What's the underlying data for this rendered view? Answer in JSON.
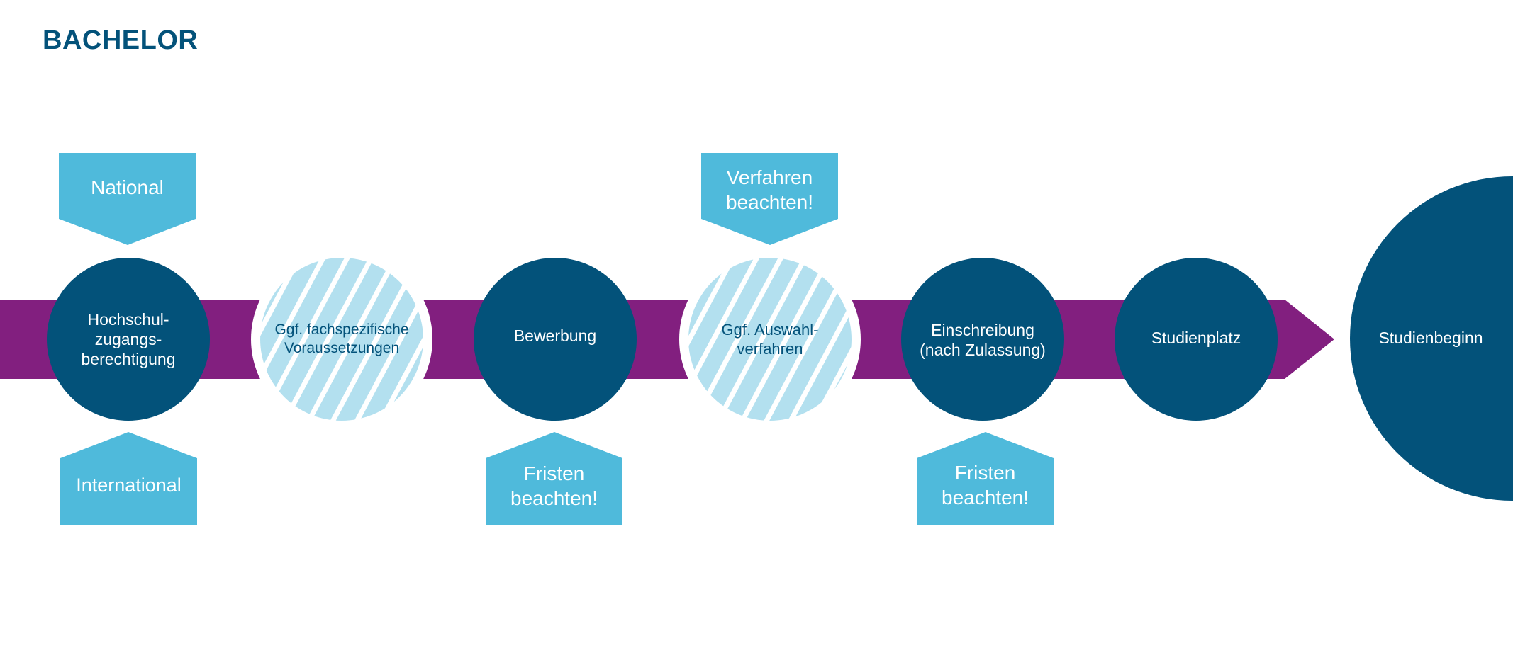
{
  "title": "BACHELOR",
  "colors": {
    "title": "#03527a",
    "band": "#821f7f",
    "step_dark": "#03527a",
    "step_optional_fill": "#b3e0ef",
    "step_optional_stripe": "#ffffff",
    "callout": "#4fbadb",
    "text_light": "#ffffff",
    "text_dark": "#03527a"
  },
  "steps": [
    {
      "label": "Hochschul-\nzugangs-\nberechtigung",
      "style": "solid"
    },
    {
      "label": "Ggf. fachspezifische\nVoraussetzungen",
      "style": "hatched"
    },
    {
      "label": "Bewerbung",
      "style": "solid"
    },
    {
      "label": "Ggf. Auswahl-\nverfahren",
      "style": "hatched"
    },
    {
      "label": "Einschreibung\n(nach Zulassung)",
      "style": "solid"
    },
    {
      "label": "Studienplatz",
      "style": "solid"
    }
  ],
  "final_step": {
    "label": "Studienbeginn"
  },
  "callouts": {
    "national": {
      "label": "National",
      "attached_to_step": 1,
      "position": "above"
    },
    "international": {
      "label": "International",
      "attached_to_step": 1,
      "position": "below"
    },
    "bewerbung_fristen": {
      "label": "Fristen\nbeachten!",
      "attached_to_step": 3,
      "position": "below"
    },
    "auswahl_verfahren": {
      "label": "Verfahren\nbeachten!",
      "attached_to_step": 4,
      "position": "above"
    },
    "einschreibung_fristen": {
      "label": "Fristen\nbeachten!",
      "attached_to_step": 5,
      "position": "below"
    }
  }
}
